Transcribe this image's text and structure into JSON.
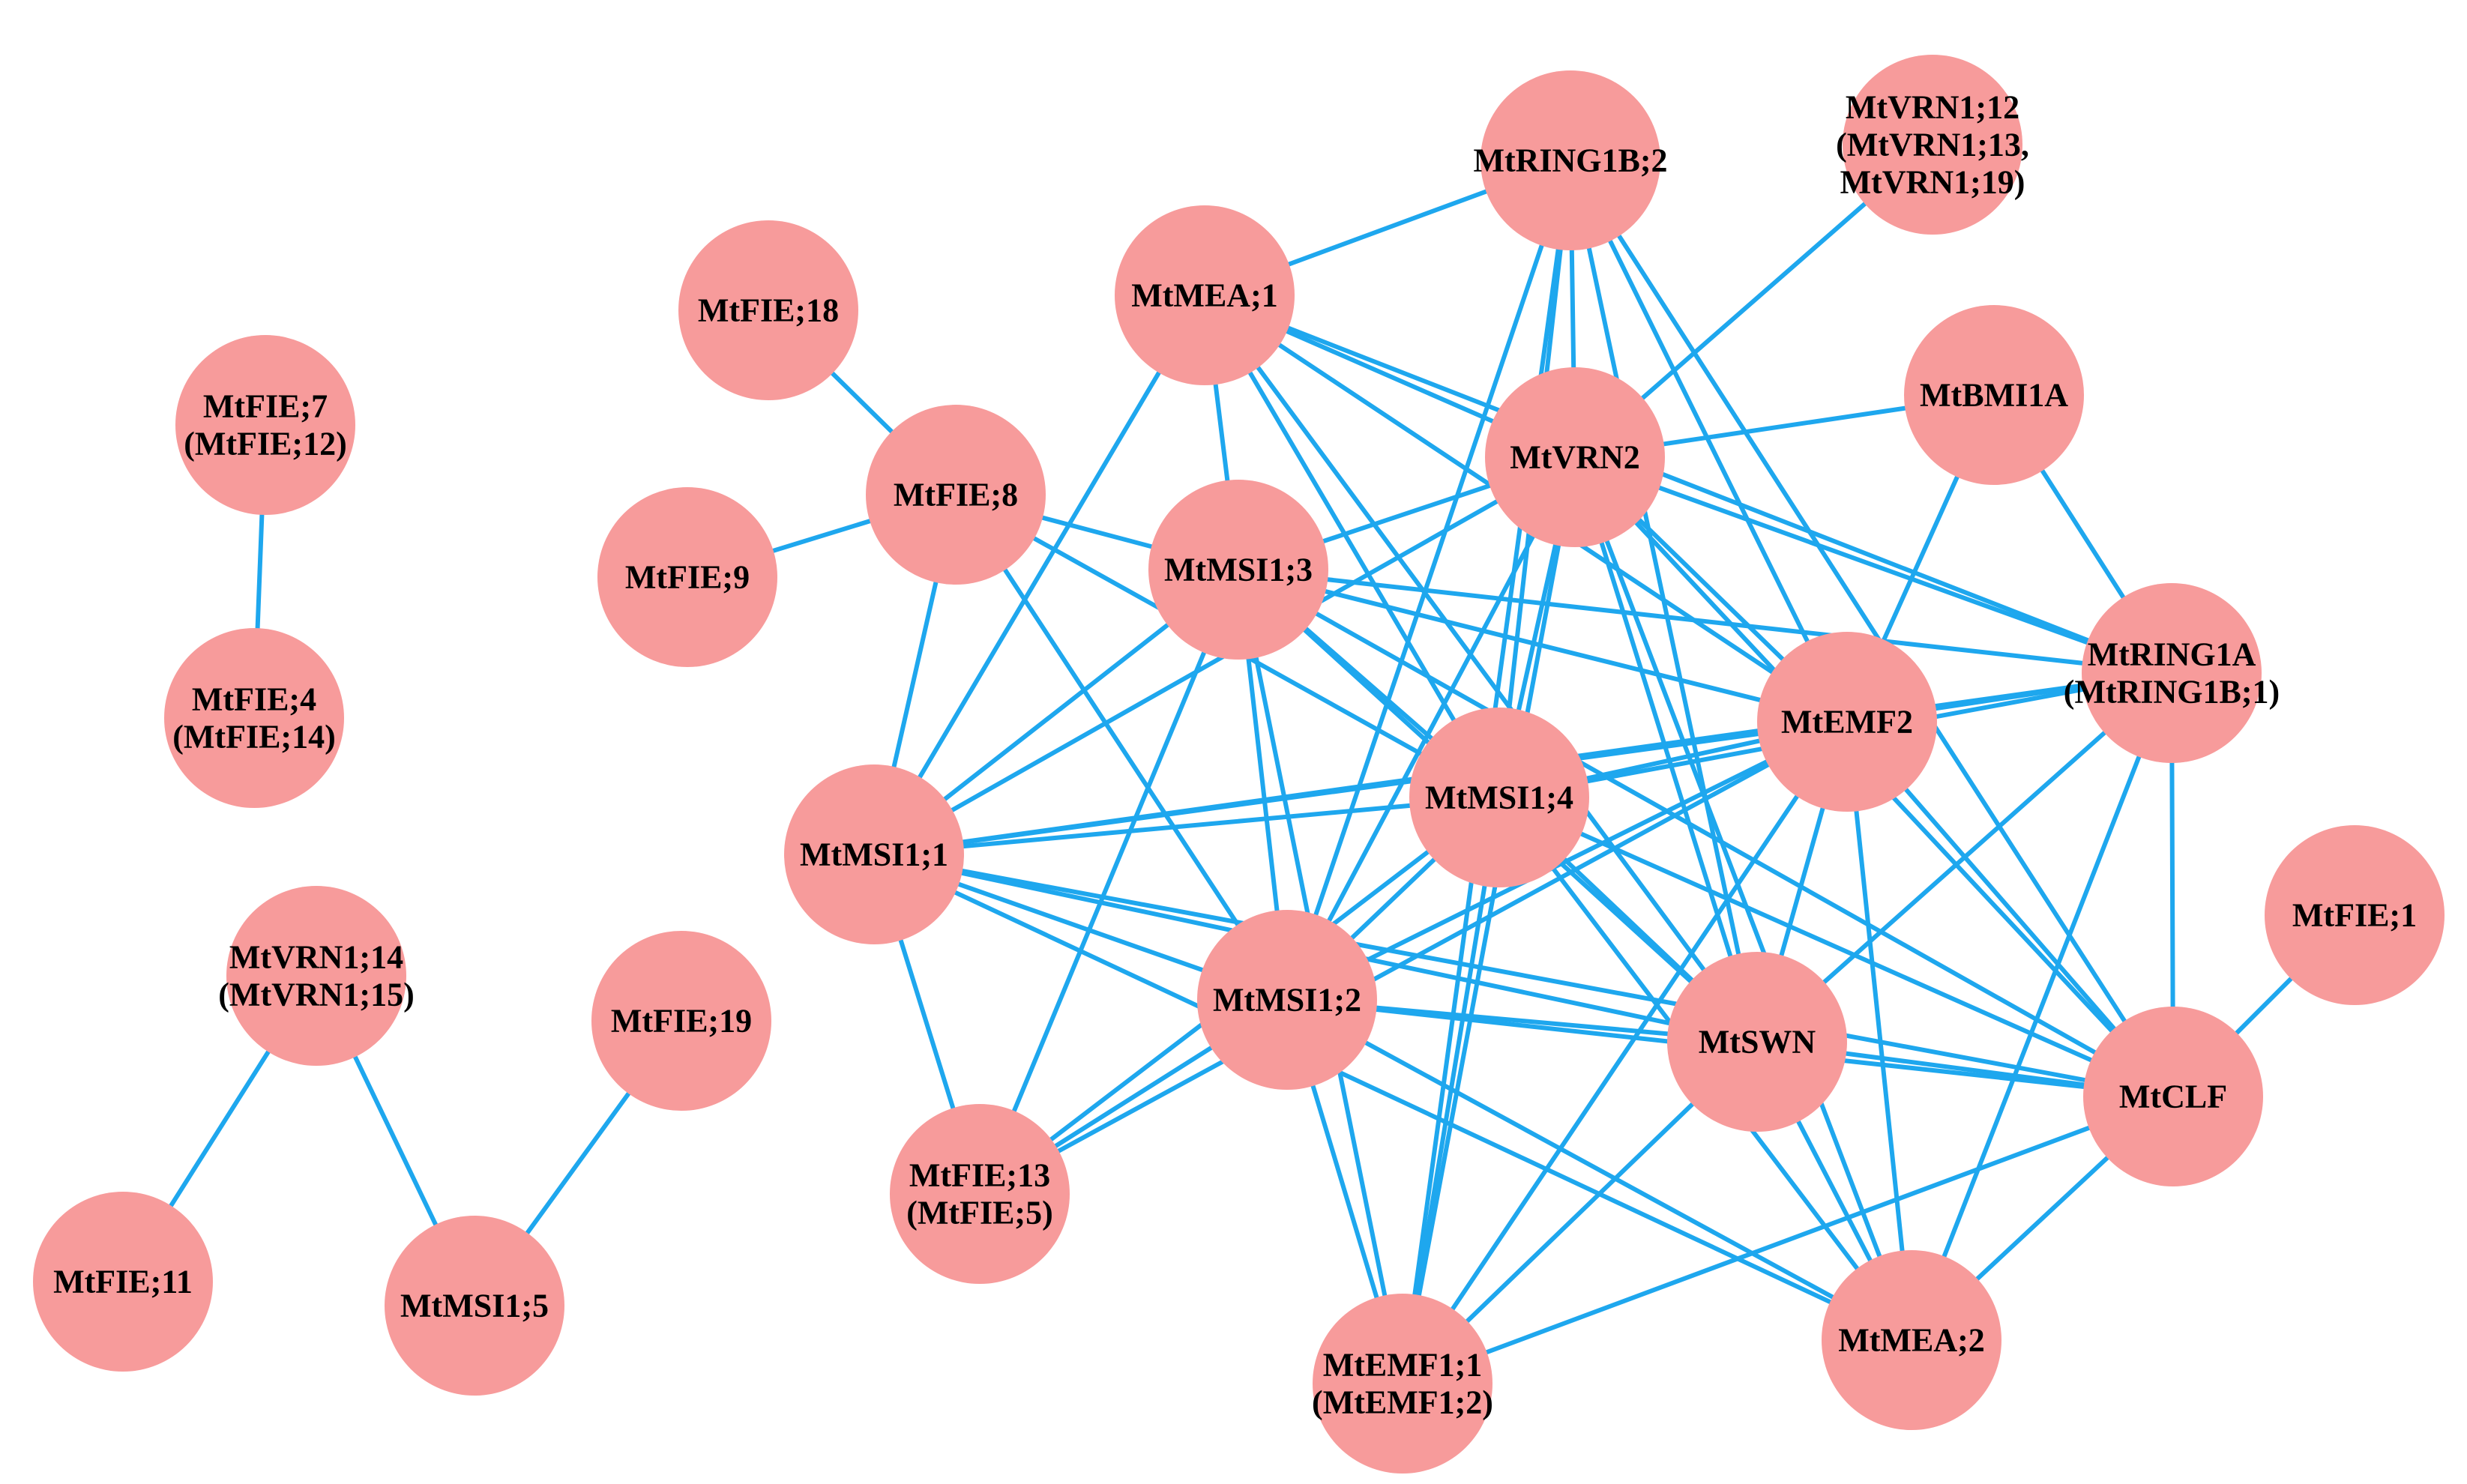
{
  "colors": {
    "node": "#f79b9b",
    "edge": "#1ea7ee",
    "text": "#000000"
  },
  "nodes": [
    {
      "id": "fie7",
      "lines": [
        "MtFIE;7",
        "(MtFIE;12)"
      ]
    },
    {
      "id": "fie4",
      "lines": [
        "MtFIE;4",
        "(MtFIE;14)"
      ]
    },
    {
      "id": "vrn14",
      "lines": [
        "MtVRN1;14",
        "(MtVRN1;15)"
      ]
    },
    {
      "id": "fie11",
      "lines": [
        "MtFIE;11"
      ]
    },
    {
      "id": "msi5",
      "lines": [
        "MtMSI1;5"
      ]
    },
    {
      "id": "fie19",
      "lines": [
        "MtFIE;19"
      ]
    },
    {
      "id": "fie18",
      "lines": [
        "MtFIE;18"
      ]
    },
    {
      "id": "fie8",
      "lines": [
        "MtFIE;8"
      ]
    },
    {
      "id": "fie9",
      "lines": [
        "MtFIE;9"
      ]
    },
    {
      "id": "mea1",
      "lines": [
        "MtMEA;1"
      ]
    },
    {
      "id": "ring1b2",
      "lines": [
        "MtRING1B;2"
      ]
    },
    {
      "id": "vrn12",
      "lines": [
        "MtVRN1;12",
        "(MtVRN1;13,",
        "MtVRN1;19)"
      ]
    },
    {
      "id": "vrn2",
      "lines": [
        "MtVRN2"
      ]
    },
    {
      "id": "bmi1a",
      "lines": [
        "MtBMI1A"
      ]
    },
    {
      "id": "msi3",
      "lines": [
        "MtMSI1;3"
      ]
    },
    {
      "id": "ring1a",
      "lines": [
        "MtRING1A",
        "(MtRING1B;1)"
      ]
    },
    {
      "id": "emf2",
      "lines": [
        "MtEMF2"
      ]
    },
    {
      "id": "msi4",
      "lines": [
        "MtMSI1;4"
      ]
    },
    {
      "id": "msi1",
      "lines": [
        "MtMSI1;1"
      ]
    },
    {
      "id": "fie1",
      "lines": [
        "MtFIE;1"
      ]
    },
    {
      "id": "msi2",
      "lines": [
        "MtMSI1;2"
      ]
    },
    {
      "id": "swn",
      "lines": [
        "MtSWN"
      ]
    },
    {
      "id": "clf",
      "lines": [
        "MtCLF"
      ]
    },
    {
      "id": "fie13",
      "lines": [
        "MtFIE;13",
        "(MtFIE;5)"
      ]
    },
    {
      "id": "emf1",
      "lines": [
        "MtEMF1;1",
        "(MtEMF1;2)"
      ]
    },
    {
      "id": "mea2",
      "lines": [
        "MtMEA;2"
      ]
    }
  ],
  "edges": [
    [
      "fie7",
      "fie4"
    ],
    [
      "vrn14",
      "fie11"
    ],
    [
      "vrn14",
      "msi5"
    ],
    [
      "msi5",
      "fie19"
    ],
    [
      "fie18",
      "fie8"
    ],
    [
      "fie9",
      "fie8"
    ],
    [
      "fie8",
      "msi1"
    ],
    [
      "fie8",
      "msi3"
    ],
    [
      "fie8",
      "msi4"
    ],
    [
      "fie8",
      "msi2"
    ],
    [
      "mea1",
      "ring1b2"
    ],
    [
      "mea1",
      "msi3"
    ],
    [
      "mea1",
      "msi1"
    ],
    [
      "mea1",
      "vrn2"
    ],
    [
      "mea1",
      "emf2"
    ],
    [
      "mea1",
      "msi4"
    ],
    [
      "mea1",
      "ring1a"
    ],
    [
      "mea1",
      "swn"
    ],
    [
      "ring1b2",
      "vrn2"
    ],
    [
      "ring1b2",
      "msi4"
    ],
    [
      "ring1b2",
      "emf2"
    ],
    [
      "ring1b2",
      "swn"
    ],
    [
      "ring1b2",
      "clf"
    ],
    [
      "ring1b2",
      "msi2"
    ],
    [
      "ring1b2",
      "emf1"
    ],
    [
      "vrn12",
      "vrn2"
    ],
    [
      "vrn2",
      "bmi1a"
    ],
    [
      "vrn2",
      "msi3"
    ],
    [
      "vrn2",
      "msi1"
    ],
    [
      "vrn2",
      "msi4"
    ],
    [
      "vrn2",
      "msi2"
    ],
    [
      "vrn2",
      "emf1"
    ],
    [
      "vrn2",
      "swn"
    ],
    [
      "vrn2",
      "clf"
    ],
    [
      "vrn2",
      "mea2"
    ],
    [
      "vrn2",
      "ring1a"
    ],
    [
      "vrn2",
      "emf2"
    ],
    [
      "bmi1a",
      "emf2"
    ],
    [
      "bmi1a",
      "ring1a"
    ],
    [
      "msi3",
      "emf2"
    ],
    [
      "msi3",
      "msi1"
    ],
    [
      "msi3",
      "fie13"
    ],
    [
      "msi3",
      "msi4"
    ],
    [
      "msi3",
      "msi2"
    ],
    [
      "msi3",
      "emf1"
    ],
    [
      "msi3",
      "swn"
    ],
    [
      "msi3",
      "clf"
    ],
    [
      "msi3",
      "ring1a"
    ],
    [
      "emf2",
      "msi4"
    ],
    [
      "emf2",
      "msi1"
    ],
    [
      "emf2",
      "ring1a"
    ],
    [
      "emf2",
      "msi2"
    ],
    [
      "emf2",
      "swn"
    ],
    [
      "emf2",
      "clf"
    ],
    [
      "emf2",
      "emf1"
    ],
    [
      "emf2",
      "mea2"
    ],
    [
      "ring1a",
      "msi4"
    ],
    [
      "ring1a",
      "msi1"
    ],
    [
      "ring1a",
      "clf"
    ],
    [
      "ring1a",
      "mea2"
    ],
    [
      "ring1a",
      "swn"
    ],
    [
      "msi4",
      "msi1"
    ],
    [
      "msi4",
      "msi2"
    ],
    [
      "msi4",
      "swn"
    ],
    [
      "msi4",
      "clf"
    ],
    [
      "msi4",
      "emf1"
    ],
    [
      "msi4",
      "mea2"
    ],
    [
      "msi4",
      "fie13"
    ],
    [
      "msi1",
      "fie13"
    ],
    [
      "msi1",
      "msi2"
    ],
    [
      "msi1",
      "swn"
    ],
    [
      "msi1",
      "clf"
    ],
    [
      "msi1",
      "mea2"
    ],
    [
      "fie1",
      "clf"
    ],
    [
      "msi2",
      "swn"
    ],
    [
      "msi2",
      "clf"
    ],
    [
      "msi2",
      "emf1"
    ],
    [
      "msi2",
      "mea2"
    ],
    [
      "msi2",
      "fie13"
    ],
    [
      "swn",
      "clf"
    ],
    [
      "swn",
      "emf1"
    ],
    [
      "swn",
      "mea2"
    ],
    [
      "clf",
      "emf1"
    ],
    [
      "clf",
      "mea2"
    ],
    [
      "fie13",
      "emf2"
    ]
  ]
}
